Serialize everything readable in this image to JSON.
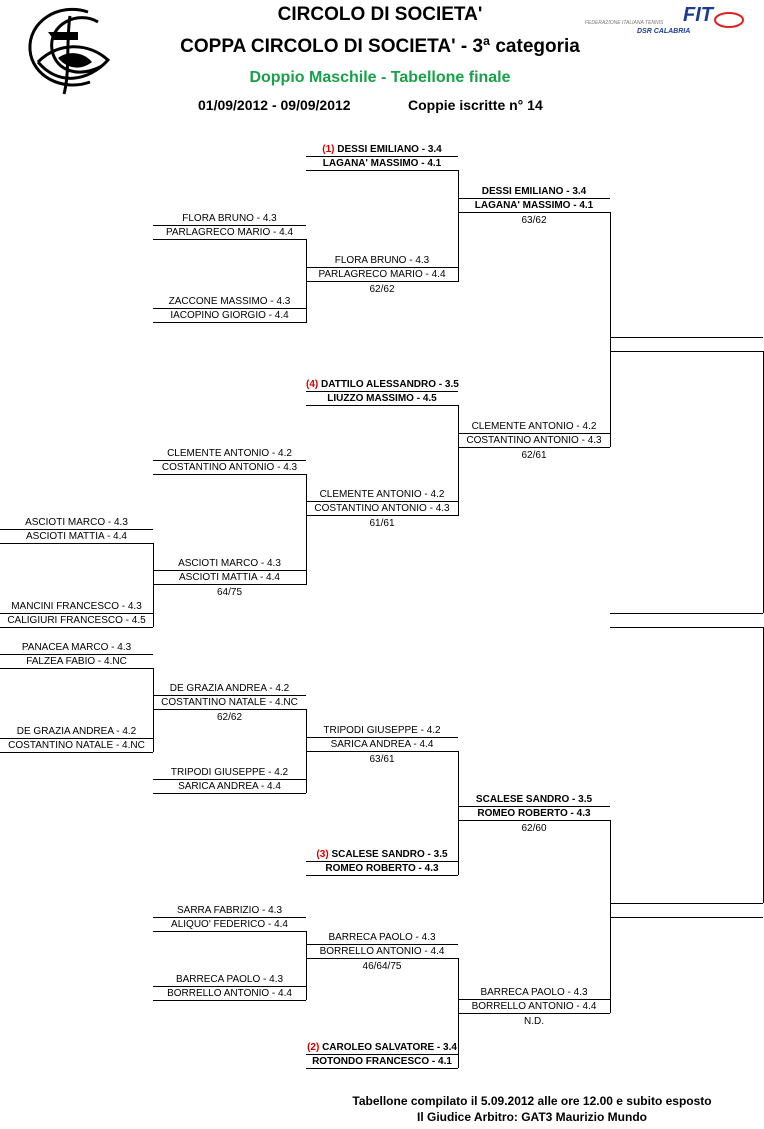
{
  "header": {
    "title": "CIRCOLO DI SOCIETA'",
    "subtitle": "COPPA CIRCOLO DI SOCIETA' - 3ª categoria",
    "event": "Doppio Maschile - Tabellone finale",
    "dates": "01/09/2012 - 09/09/2012",
    "registered": "Coppie iscritte n° 14",
    "fit_logo": "FIT",
    "fit_line1": "FEDERAZIONE ITALIANA TENNIS",
    "fit_line2": "DSR CALABRIA"
  },
  "r1": [
    {
      "p1": "ASCIOTI MARCO - 4.3",
      "p2": "ASCIOTI MATTIA - 4.4"
    },
    {
      "p1": "MANCINI FRANCESCO - 4.3",
      "p2": "CALIGIURI FRANCESCO - 4.5"
    },
    {
      "p1": "PANACEA MARCO - 4.3",
      "p2": "FALZEA FABIO - 4.NC"
    },
    {
      "p1": "DE GRAZIA ANDREA - 4.2",
      "p2": "COSTANTINO NATALE - 4.NC"
    }
  ],
  "r2": [
    {
      "p1": "FLORA BRUNO - 4.3",
      "p2": "PARLAGRECO MARIO - 4.4"
    },
    {
      "p1": "ZACCONE MASSIMO - 4.3",
      "p2": "IACOPINO GIORGIO - 4.4"
    },
    {
      "p1": "CLEMENTE ANTONIO - 4.2",
      "p2": "COSTANTINO ANTONIO - 4.3"
    },
    {
      "p1": "ASCIOTI MARCO - 4.3",
      "p2": "ASCIOTI MATTIA - 4.4",
      "score": "64/75"
    },
    {
      "p1": "DE GRAZIA ANDREA - 4.2",
      "p2": "COSTANTINO NATALE - 4.NC",
      "score": "62/62"
    },
    {
      "p1": "TRIPODI GIUSEPPE - 4.2",
      "p2": "SARICA ANDREA - 4.4"
    },
    {
      "p1": "SARRA FABRIZIO - 4.3",
      "p2": "ALIQUO' FEDERICO - 4.4"
    },
    {
      "p1": "BARRECA PAOLO - 4.3",
      "p2": "BORRELLO ANTONIO - 4.4"
    }
  ],
  "r3": [
    {
      "seed": "(1)",
      "p1": "DESSI EMILIANO - 3.4",
      "p2": "LAGANA' MASSIMO - 4.1"
    },
    {
      "p1": "FLORA BRUNO - 4.3",
      "p2": "PARLAGRECO MARIO - 4.4",
      "score": "62/62"
    },
    {
      "seed": "(4)",
      "p1": "DATTILO ALESSANDRO - 3.5",
      "p2": "LIUZZO MASSIMO - 4.5"
    },
    {
      "p1": "CLEMENTE ANTONIO - 4.2",
      "p2": "COSTANTINO ANTONIO - 4.3",
      "score": "61/61"
    },
    {
      "p1": "TRIPODI GIUSEPPE - 4.2",
      "p2": "SARICA ANDREA - 4.4",
      "score": "63/61"
    },
    {
      "seed": "(3)",
      "p1": "SCALESE SANDRO - 3.5",
      "p2": "ROMEO ROBERTO - 4.3"
    },
    {
      "p1": "BARRECA PAOLO - 4.3",
      "p2": "BORRELLO ANTONIO - 4.4",
      "score": "46/64/75"
    },
    {
      "seed": "(2)",
      "p1": "CAROLEO SALVATORE - 3.4",
      "p2": "ROTONDO FRANCESCO - 4.1"
    }
  ],
  "r4": [
    {
      "p1": "DESSI EMILIANO - 3.4",
      "p2": "LAGANA' MASSIMO - 4.1",
      "score": "63/62"
    },
    {
      "p1": "CLEMENTE ANTONIO - 4.2",
      "p2": "COSTANTINO ANTONIO - 4.3",
      "score": "62/61"
    },
    {
      "p1": "SCALESE SANDRO - 3.5",
      "p2": "ROMEO ROBERTO - 4.3",
      "score": "62/60"
    },
    {
      "p1": "BARRECA PAOLO - 4.3",
      "p2": "BORRELLO ANTONIO - 4.4",
      "score": "N.D."
    }
  ],
  "footer": {
    "line1": "Tabellone compilato il 5.09.2012 alle ore 12.00 e subito esposto",
    "line2": "Il Giudice Arbitro: GAT3 Maurizio Mundo"
  }
}
